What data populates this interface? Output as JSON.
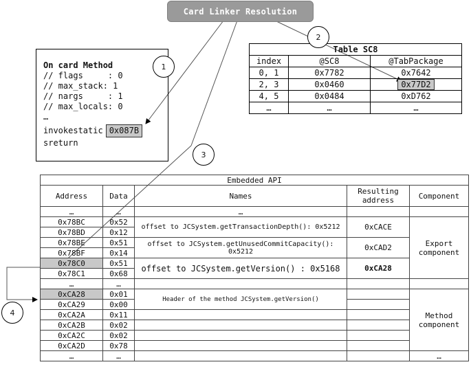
{
  "title": "Card Linker Resolution",
  "method_box": {
    "heading": "On card Method",
    "lines": [
      "// flags     : 0",
      "// max_stack: 1",
      "// nargs     : 1",
      "// max_locals: 0",
      "…"
    ],
    "invoke_label": "invokestatic",
    "invoke_addr": "0x087B",
    "return_line": "sreturn"
  },
  "sc8": {
    "caption": "Table SC8",
    "headers": [
      "index",
      "@SC8",
      "@TabPackage"
    ],
    "rows": [
      [
        "0, 1",
        "0x7782",
        "0x7642"
      ],
      [
        "2, 3",
        "0x0460",
        "0x77D2"
      ],
      [
        "4, 5",
        "0x0484",
        "0xD762"
      ],
      [
        "…",
        "…",
        "…"
      ]
    ]
  },
  "api": {
    "caption": "Embedded API",
    "headers": [
      "Address",
      "Data",
      "Names",
      "Resulting address",
      "Component"
    ],
    "rows": [
      {
        "address": "…",
        "data": "…"
      },
      {
        "address": "0x78BC",
        "data": "0x52"
      },
      {
        "address": "0x78BD",
        "data": "0x12"
      },
      {
        "address": "0x78BE",
        "data": "0x51"
      },
      {
        "address": "0x78BF",
        "data": "0x14"
      },
      {
        "address": "0x78C0",
        "data": "0x51"
      },
      {
        "address": "0x78C1",
        "data": "0x68"
      },
      {
        "address": "…",
        "data": "…"
      },
      {
        "address": "0xCA28",
        "data": "0x01"
      },
      {
        "address": "0xCA29",
        "data": "0x00"
      },
      {
        "address": "0xCA2A",
        "data": "0x11"
      },
      {
        "address": "0xCA2B",
        "data": "0x02"
      },
      {
        "address": "0xCA2C",
        "data": "0x02"
      },
      {
        "address": "0xCA2D",
        "data": "0x78"
      },
      {
        "address": "…",
        "data": "…"
      }
    ],
    "names_top": "…",
    "name1": "offset to JCSystem.getTransactionDepth(): 0x5212",
    "name2": "offset to JCSystem.getUnusedCommitCapacity(): 0x5212",
    "name3": "offset to JCSystem.getVersion() : 0x5168",
    "name4": "Header of the method JCSystem.getVersion()",
    "result1": "0xCACE",
    "result2": "0xCAD2",
    "result3": "0xCA28",
    "export_component": "Export component",
    "method_component": "Method component",
    "bottom_component": "…"
  },
  "callouts": [
    "1",
    "2",
    "3",
    "4"
  ]
}
